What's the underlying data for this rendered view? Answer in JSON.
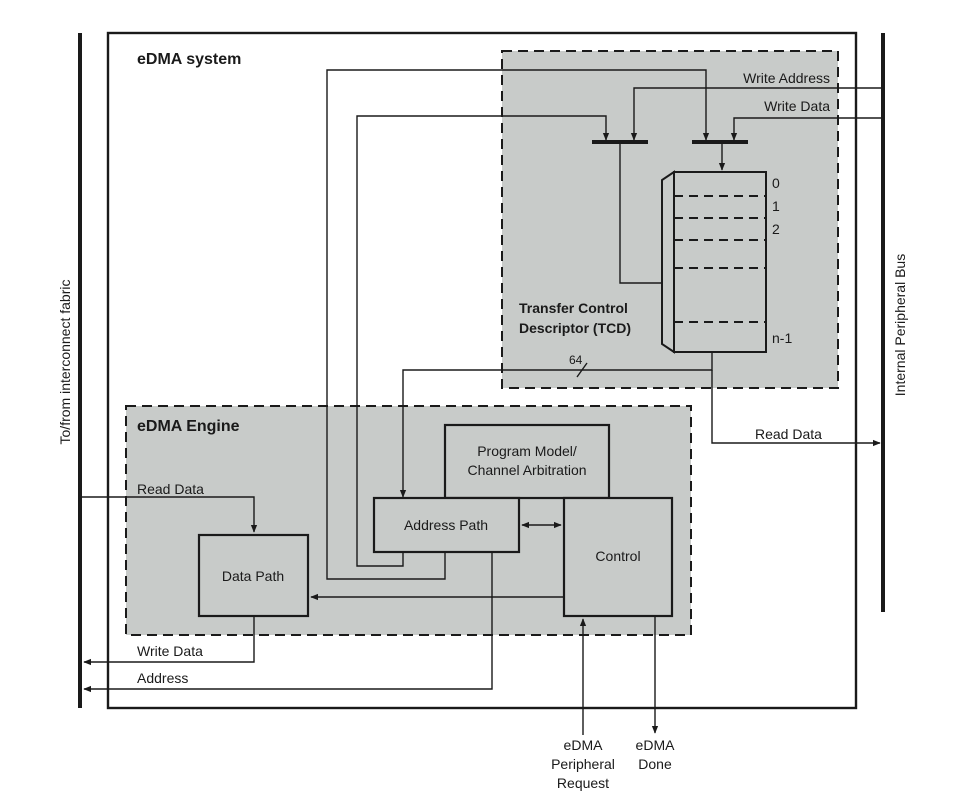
{
  "system": {
    "title": "eDMA system",
    "left_bus_label": "To/from interconnect fabric",
    "right_bus_label": "Internal Peripheral Bus"
  },
  "tcd": {
    "title_line1": "Transfer Control",
    "title_line2": "Descriptor (TCD)",
    "write_address": "Write Address",
    "write_data": "Write Data",
    "reg_labels": [
      "0",
      "1",
      "2",
      "n-1"
    ],
    "bus_width": "64"
  },
  "engine": {
    "title": "eDMA Engine",
    "program_model_line1": "Program Model/",
    "program_model_line2": "Channel Arbitration",
    "address_path": "Address Path",
    "control": "Control",
    "data_path": "Data Path"
  },
  "signals": {
    "read_data_right": "Read Data",
    "read_data_left": "Read Data",
    "write_data_out": "Write Data",
    "address_out": "Address",
    "periph_request_line1": "eDMA",
    "periph_request_line2": "Peripheral",
    "periph_request_line3": "Request",
    "done_line1": "eDMA",
    "done_line2": "Done"
  }
}
